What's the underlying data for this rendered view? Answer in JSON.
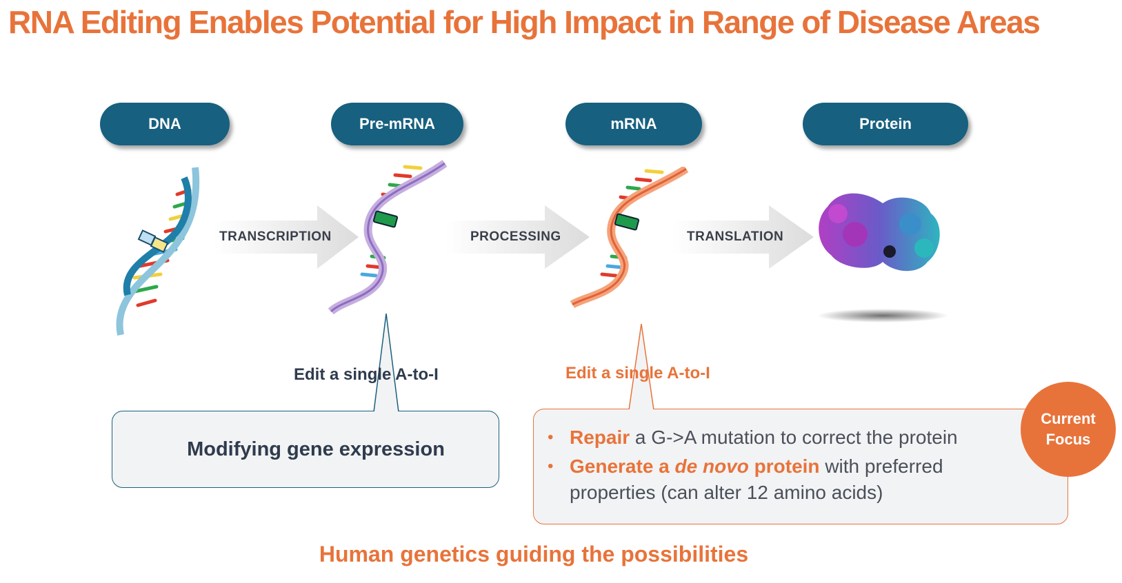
{
  "title": "RNA Editing Enables Potential for High Impact in Range of Disease Areas",
  "stages": {
    "dna": "DNA",
    "pre_mrna": "Pre-mRNA",
    "mrna": "mRNA",
    "protein": "Protein"
  },
  "arrows": {
    "transcription": "TRANSCRIPTION",
    "processing": "PROCESSING",
    "translation": "TRANSLATION"
  },
  "left_callout": {
    "edit_label": "Edit a single A-to-I",
    "text": "Modifying gene expression"
  },
  "right_callout": {
    "edit_label": "Edit a single A-to-I",
    "bullet1_bold": "Repair",
    "bullet1_rest": " a G->A mutation to correct the protein",
    "bullet2_bold_a": "Generate a ",
    "bullet2_italic": "de novo",
    "bullet2_bold_b": " protein",
    "bullet2_rest": " with preferred properties (can alter 12 amino acids)"
  },
  "badge": {
    "line1": "Current",
    "line2": "Focus"
  },
  "footer": "Human genetics guiding the possibilities",
  "colors": {
    "accent": "#e8733a",
    "pill": "#17607f",
    "text_dark": "#2f3b4d"
  },
  "icons": [
    "dna-double-helix-icon",
    "pre-mrna-strand-icon",
    "mrna-strand-icon",
    "protein-structure-icon"
  ]
}
